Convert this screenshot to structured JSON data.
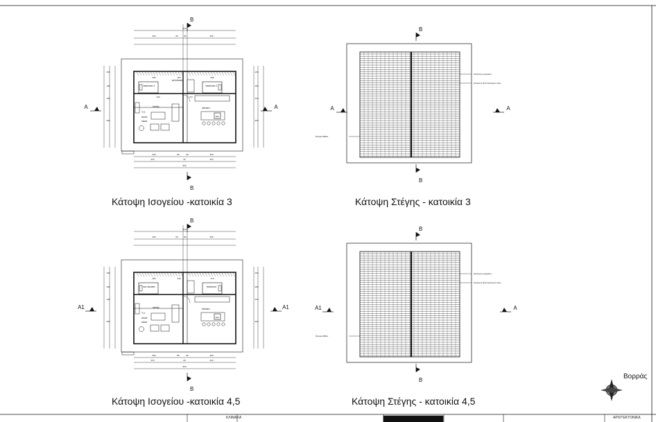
{
  "sheet": {
    "north_label": "Βορράς",
    "title_block_left": "ΚΛΙΜΑΚΑ",
    "title_block_right": "ΑΡΧΙΤΕΚΤΟΝΙΚΑ"
  },
  "plans": [
    {
      "id": "ground-3",
      "caption": "Κάτοψη  Ισογείου -κατοικία 3",
      "section_top": "B",
      "section_bottom": "B",
      "section_left": "A",
      "section_right": "A",
      "dim_total": "920",
      "dims_top": [
        "335",
        "60",
        "80",
        "335"
      ],
      "dims_bottom": [
        "300",
        "80",
        "60",
        "300"
      ],
      "dims_bottom_2": [
        "320",
        "60",
        "320"
      ],
      "dims_left": [
        "150",
        "180",
        "100",
        "300"
      ],
      "dims_right": [
        "150",
        "180",
        "120",
        "300"
      ],
      "dims_inner": [
        "285",
        "150",
        "285",
        "340",
        "170"
      ],
      "rooms": [
        "bedroom 1",
        "bedroom 2",
        "family",
        "kitchen",
        "wc/shower"
      ],
      "furniture": [
        "T.V.",
        "wood stove",
        "SW"
      ]
    },
    {
      "id": "roof-3",
      "caption": "Κάτοψη  Στέγης - κατοικία 3",
      "section_top": "B",
      "section_bottom": "B",
      "section_left": "A",
      "section_right": "A",
      "leaders": [
        "Καλλιτέχνες κεραμίδιων",
        "Κατασκευή Προστασιολογιού τοίχου",
        "Φουγάρο Ø30εκ."
      ]
    },
    {
      "id": "ground-45",
      "caption": "Κάτοψη  Ισογείου -κατοικία 4,5",
      "section_top": "B",
      "section_bottom": "B",
      "section_left": "A1",
      "section_right": "A1",
      "dim_total": "920",
      "dims_top": [
        "335",
        "60",
        "80",
        "335"
      ],
      "dims_bottom": [
        "300",
        "80",
        "60",
        "300"
      ],
      "dims_bottom_2": [
        "320",
        "60",
        "320"
      ],
      "dims_left": [
        "150",
        "180",
        "100",
        "300"
      ],
      "dims_right": [
        "150",
        "180",
        "120",
        "300"
      ],
      "dims_inner": [
        "285",
        "340",
        "170"
      ],
      "rooms": [
        "wc/ shower",
        "bedroom",
        "family",
        "kitchen"
      ],
      "furniture": [
        "T.V.",
        "wood stove",
        "SW"
      ]
    },
    {
      "id": "roof-45",
      "caption": "Κάτοψη  Στέγης - κατοικία 4,5",
      "section_top": "B",
      "section_bottom": "B",
      "section_left": "A1",
      "section_right": "A",
      "leaders": [
        "Καλλιτέχνες κεραμίδιων",
        "Κατασκευή Προστασιολογιού τοίχου",
        "Φουγάρο Ø30εκ."
      ]
    }
  ]
}
